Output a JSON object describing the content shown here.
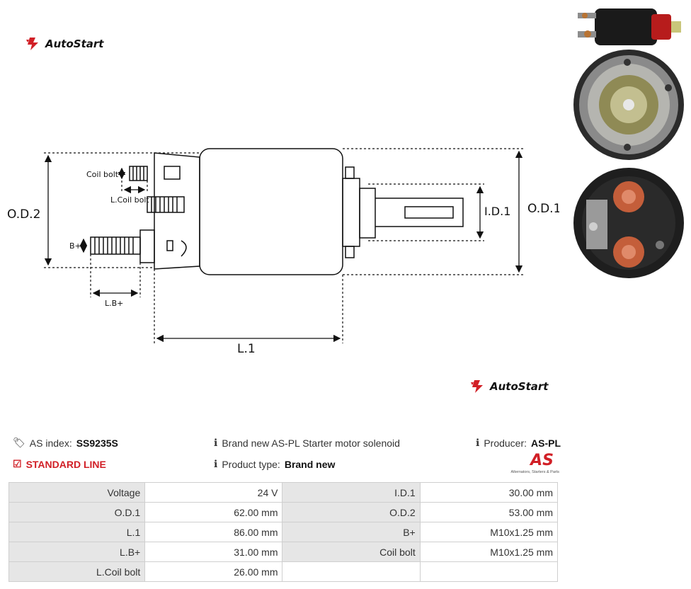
{
  "brand": {
    "name": "AutoStart",
    "accent": "#d11f26"
  },
  "diagram": {
    "labels": {
      "od2": "O.D.2",
      "od1": "O.D.1",
      "id1": "I.D.1",
      "l1": "L.1",
      "coil_bolt": "Coil bolt",
      "l_coil_bolt": "L.Coil bolt",
      "b_plus": "B+",
      "l_b_plus": "L.B+"
    }
  },
  "info": {
    "as_index_label": "AS index:",
    "as_index_value": "SS9235S",
    "line": "STANDARD LINE",
    "description": "Brand new AS-PL Starter motor solenoid",
    "product_type_label": "Product type:",
    "product_type_value": "Brand new",
    "producer_label": "Producer:",
    "producer_value": "AS-PL",
    "as_logo_text": "AS",
    "as_logo_tagline": "Alternators, Starters & Parts"
  },
  "specs": [
    [
      {
        "k": "Voltage",
        "v": "24 V"
      },
      {
        "k": "I.D.1",
        "v": "30.00 mm"
      }
    ],
    [
      {
        "k": "O.D.1",
        "v": "62.00 mm"
      },
      {
        "k": "O.D.2",
        "v": "53.00 mm"
      }
    ],
    [
      {
        "k": "L.1",
        "v": "86.00 mm"
      },
      {
        "k": "B+",
        "v": "M10x1.25 mm"
      }
    ],
    [
      {
        "k": "L.B+",
        "v": "31.00 mm"
      },
      {
        "k": "Coil bolt",
        "v": "M10x1.25 mm"
      }
    ],
    [
      {
        "k": "L.Coil bolt",
        "v": "26.00 mm"
      },
      {
        "k": "",
        "v": ""
      }
    ]
  ]
}
